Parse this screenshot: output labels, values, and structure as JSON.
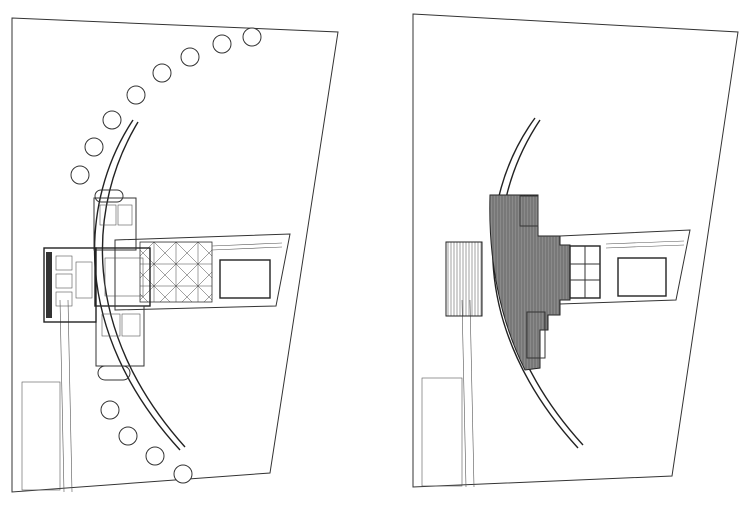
{
  "figure": {
    "panels": [
      {
        "id": "ground-floor-plan",
        "tree_count": 13
      },
      {
        "id": "roof-plan"
      }
    ],
    "colors": {
      "line": "#333333",
      "roof_fill": "#8a8a8a",
      "background": "#ffffff"
    }
  }
}
